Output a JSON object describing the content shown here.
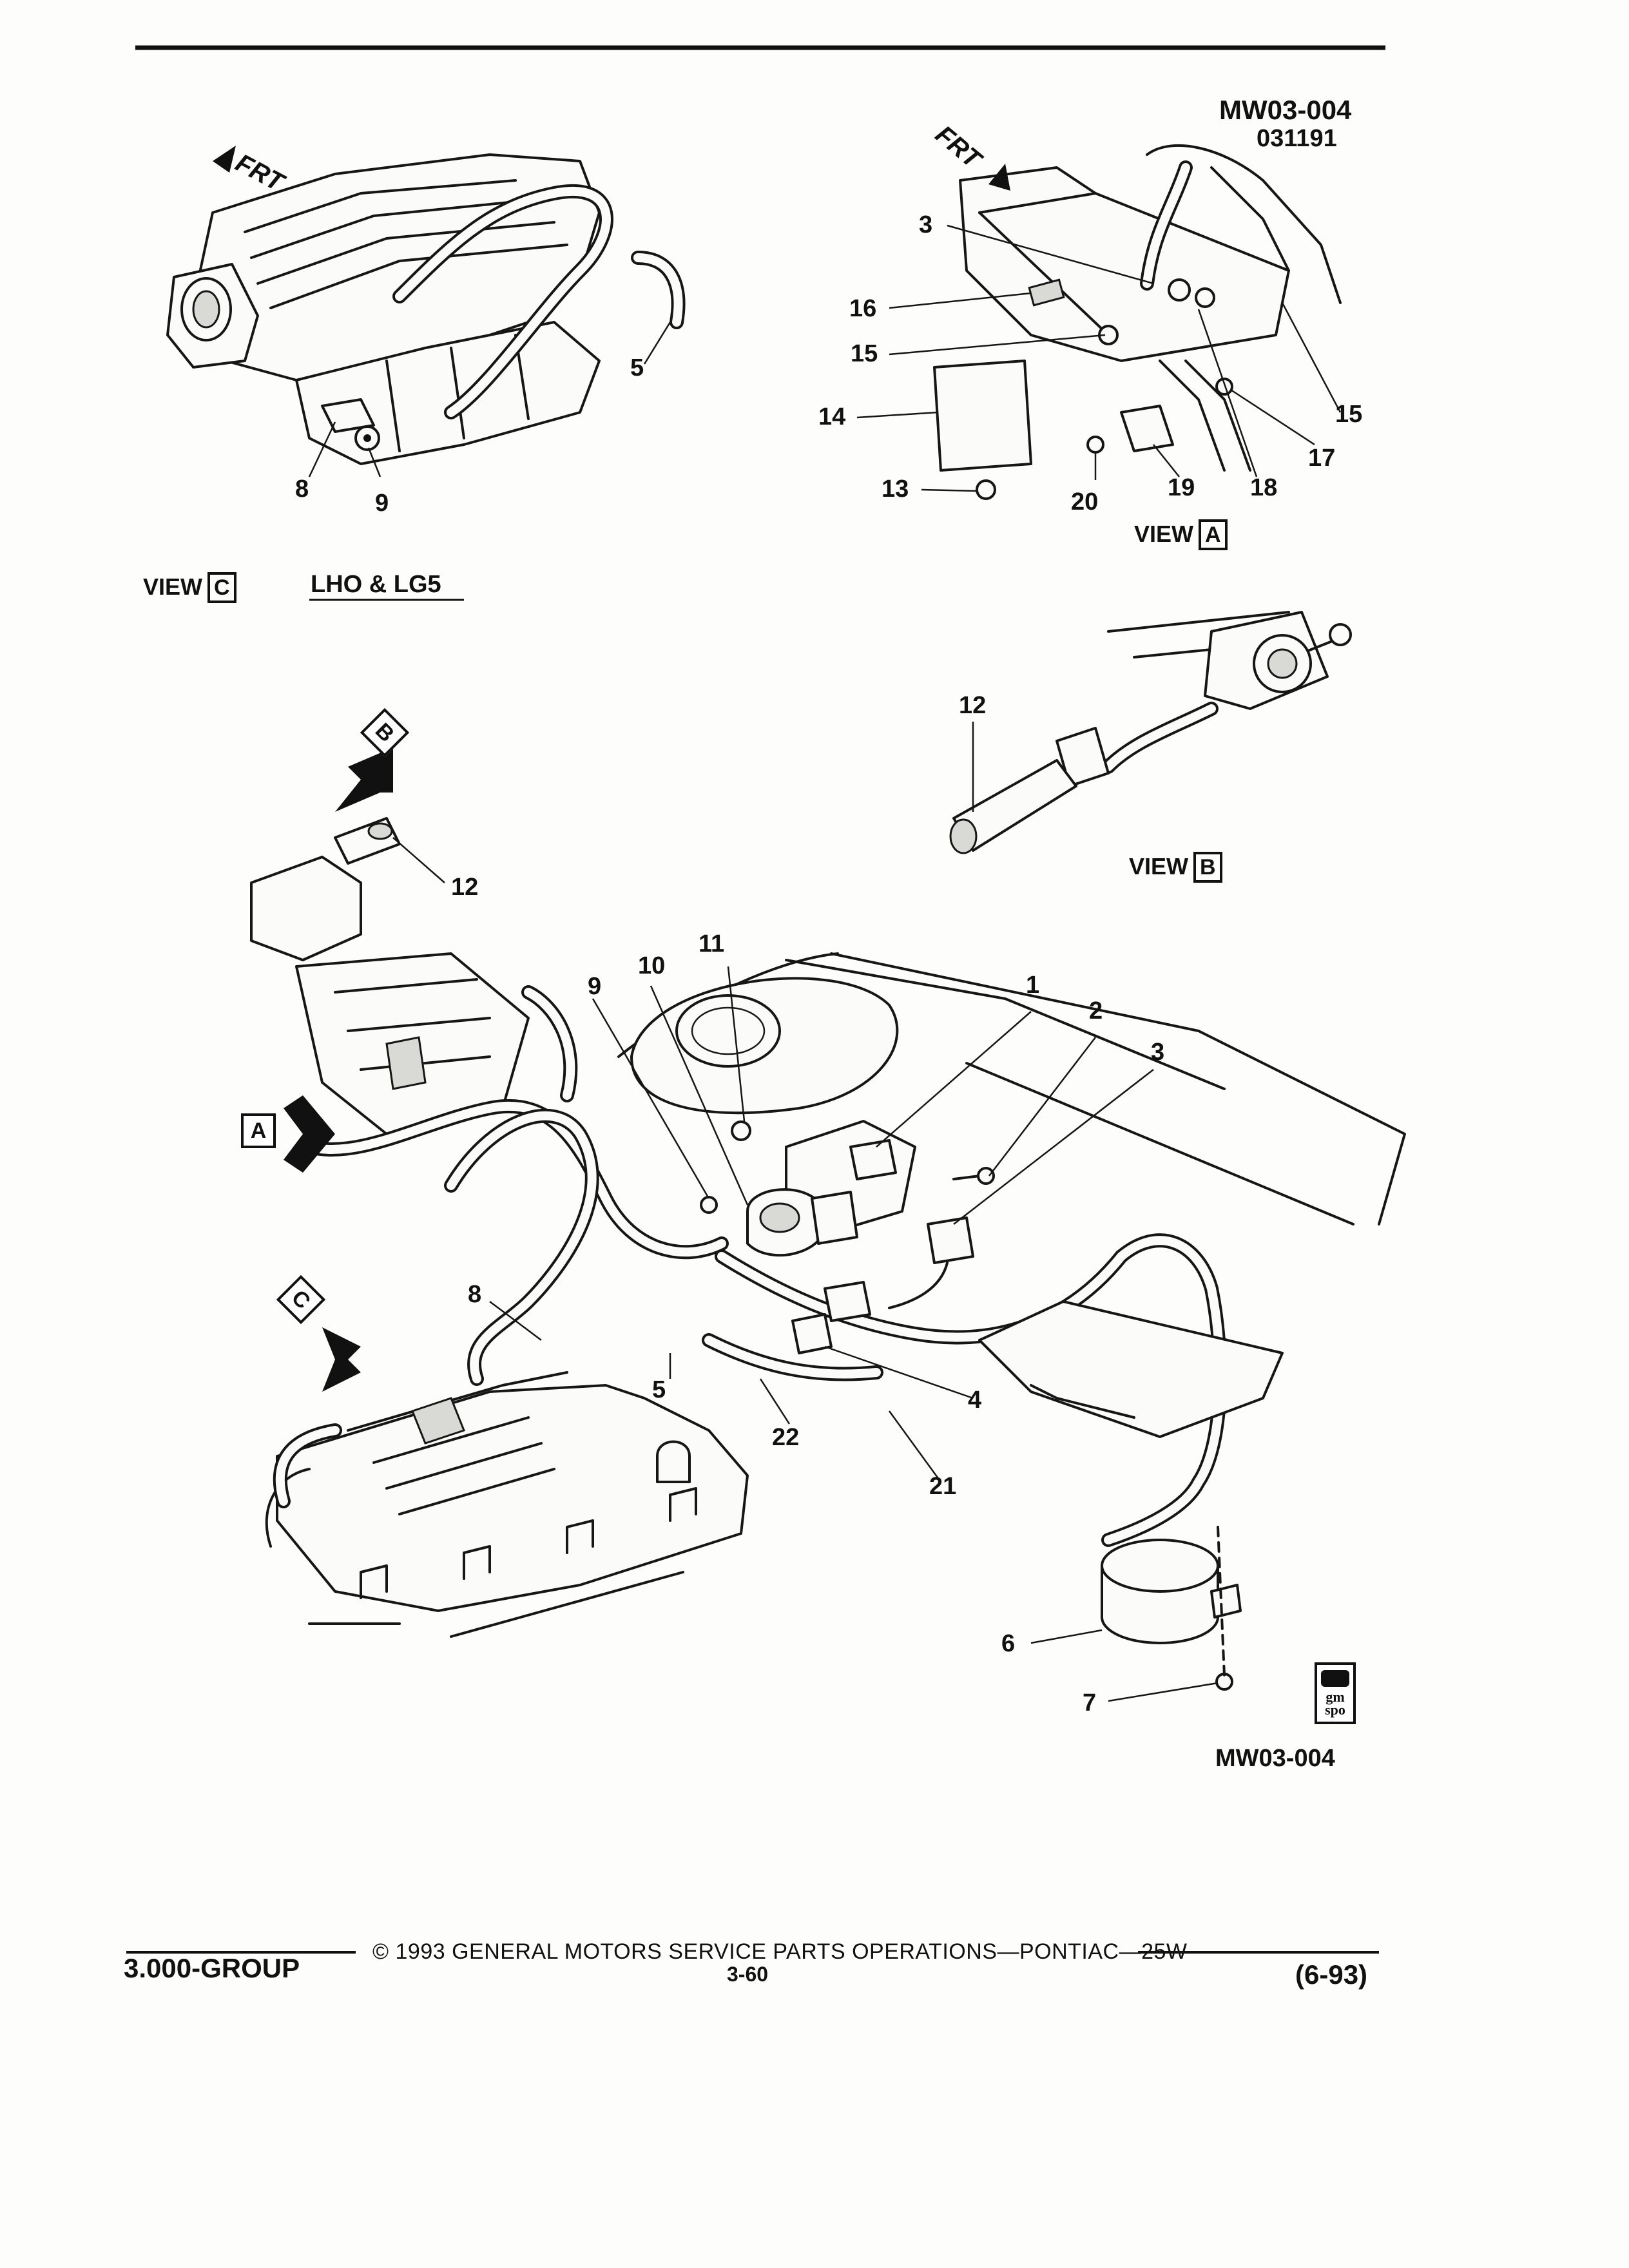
{
  "header": {
    "figure_id": "MW03-004",
    "figure_date": "031191"
  },
  "views": {
    "view_a": {
      "word": "VIEW",
      "letter": "A"
    },
    "view_b": {
      "word": "VIEW",
      "letter": "B"
    },
    "view_c": {
      "word": "VIEW",
      "letter": "C",
      "engine": "LHO & LG5"
    }
  },
  "direction_markers": {
    "frt_label": "FRT",
    "arrow_a": "A",
    "arrow_b": "B",
    "arrow_c": "C"
  },
  "callouts": {
    "view_c": [
      "5",
      "8",
      "9"
    ],
    "view_a": [
      "3",
      "16",
      "15",
      "14",
      "13",
      "20",
      "19",
      "18",
      "17",
      "15"
    ],
    "view_b": [
      "12"
    ],
    "main": [
      "12",
      "11",
      "10",
      "9",
      "1",
      "2",
      "3",
      "8",
      "5",
      "22",
      "4",
      "21",
      "6",
      "7"
    ]
  },
  "bottom_figure_id": "MW03-004",
  "logo": {
    "text": "gm spo"
  },
  "footer": {
    "group": "3.000-GROUP",
    "copyright": "© 1993 GENERAL MOTORS SERVICE PARTS OPERATIONS—PONTIAC—25W",
    "page": "3-60",
    "date": "(6-93)"
  }
}
